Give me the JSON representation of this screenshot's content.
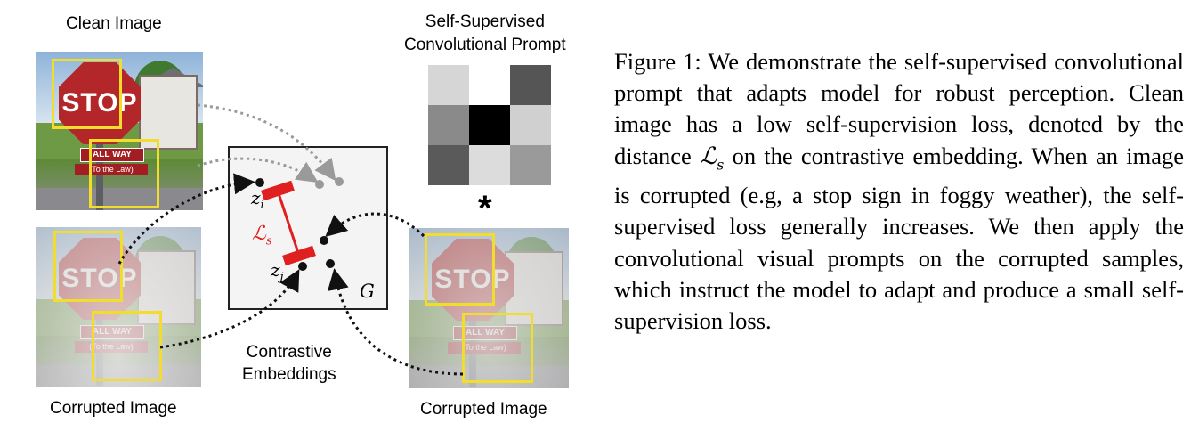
{
  "labels": {
    "clean_image": "Clean Image",
    "corrupted_image_left": "Corrupted Image",
    "corrupted_image_right": "Corrupted Image",
    "prompt_title_line1": "Self-Supervised",
    "prompt_title_line2": "Convolutional Prompt",
    "embeddings_line1": "Contrastive",
    "embeddings_line2": "Embeddings",
    "convolution_symbol": "*"
  },
  "sign": {
    "stop": "STOP",
    "all_way": "ALL WAY",
    "to_the_law": "(To the Law)"
  },
  "embedding_space": {
    "z_i": "z",
    "z_i_sub": "i",
    "z_j": "z",
    "z_j_sub": "j",
    "loss": "ℒ",
    "loss_sub": "s",
    "space": "G"
  },
  "prompt_kernel": {
    "grays": [
      [
        "#d6d6d6",
        "#ffffff",
        "#555555"
      ],
      [
        "#8a8a8a",
        "#000000",
        "#d0d0d0"
      ],
      [
        "#5a5a5a",
        "#dcdcdc",
        "#9a9a9a"
      ]
    ]
  },
  "caption": {
    "lead": "Figure 1:",
    "text_a": " We demonstrate the self-supervised convolutional prompt that adapts model for robust perception. Clean image has a low self-supervision loss, denoted by the distance ",
    "loss_symbol": "ℒ",
    "loss_sub": "s",
    "text_b": " on the contrastive embedding. When an image is corrupted (e.g, a stop sign in foggy weather), the self-supervised loss generally increases. We then apply the convolutional visual prompts on the corrupted samples, which instruct the model to adapt and produce a small self-supervision loss."
  },
  "colors": {
    "highlight_box": "#f2dc2c",
    "loss_line": "#e02020",
    "clean_arrow": "#9a9a9a",
    "corrupt_arrow": "#111111"
  }
}
